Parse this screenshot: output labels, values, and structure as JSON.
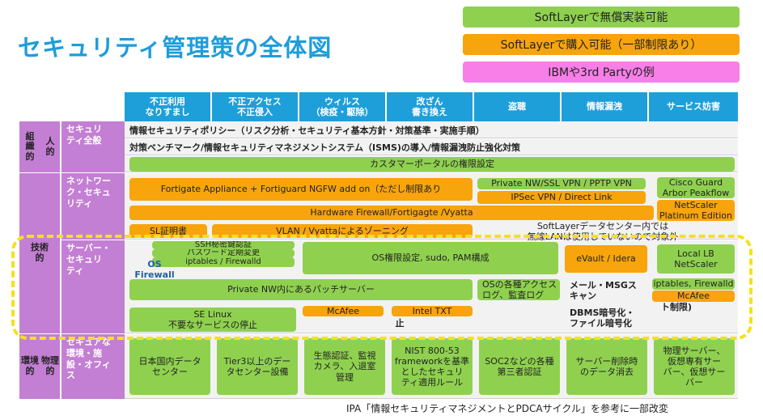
{
  "title": "セキュリティ管理策の全体図",
  "legend": [
    {
      "label": "SoftLayerで無償実装可能",
      "color": "#8fd14f"
    },
    {
      "label": "SoftLayerで購入可能（一部制限あり）",
      "color": "#f7a40d"
    },
    {
      "label": "IBMや3rd Partyの例",
      "color": "#f87ee8"
    }
  ],
  "headers": [
    "不正利用\nなりすまし",
    "不正アクセス\n不正侵入",
    "ウィルス\n（検疫・駆除）",
    "改ざん\n書き換え",
    "盗聴",
    "情報漏洩",
    "サービス妨害"
  ],
  "categories": {
    "org": "組\n織\n的",
    "org_person": "人\n的",
    "tech": "技術\n的",
    "phys": "物理\n的",
    "phys_env": "環境\n的"
  },
  "subcategories": {
    "security_overall": "セキュリ\nティ全般",
    "network": "ネットワー\nク・セキュ\nリティ",
    "server": "サーバー・\nセキュリ\nティ",
    "facility": "セキュアな\n環境・施\n設・オフィ\nス"
  },
  "org_rows": [
    "情報セキュリティポリシー（リスク分析・セキュリティ基本方針・対策基準・実施手順）",
    "対策ベンチマーク/情報セキュリティマネジメントシステム（ISMS)の導入/情報漏洩防止強化対策"
  ],
  "boxes": {
    "customer_portal": "カスタマーポータルの権限設定",
    "fortigate": "Fortigate Appliance  + Fortiguard NGFW add on（ただし制限あり",
    "private_vpn": "Private NW/SSL VPN / PPTP VPN",
    "ipsec": "IPSec VPN / Direct Link",
    "cisco": "Cisco Guard\nArbor Peakflow",
    "netscaler_platinum": "NetScaler\nPlatinum Edition",
    "hw_firewall": "Hardware Firewall/Fortigagte /Vyatta",
    "ssl_cert": "SL証明書",
    "vlan": "VLAN / Vyattaによるゾーニング",
    "sl_dc_note": "SoftLayerデータセンター内では\n無線LANは使用していないので対象外",
    "ssh": "SSH秘密鍵認証",
    "password": "パスワード定期変更",
    "iptables_fw": "iptables / Firewalld",
    "os_firewall": "OS Firewall",
    "os_auth": "OS権限設定, sudo, PAM構成",
    "evault": "eVault / Idera",
    "local_lb": "Local LB\nNetScaler",
    "patch_server": "Private NW内にあるパッチサーバー",
    "os_log": "OSの各種アクセス\nログ、監査ログ",
    "mail_scan": "メール・MSGス\nキャン",
    "iptables2": "iptables, Firewalld",
    "mcafee_r": "McAfee",
    "host_ids": "ト制限)",
    "selinux": "SE Linux\n不要なサービスの停止",
    "mcafee": "McAfee",
    "intel_txt": "Intel TXT",
    "intel_sub": "止",
    "dbms": "DBMS暗号化・\nファイル暗号化",
    "dc_domestic": "日本国内データ\nセンター",
    "tier3": "Tier3以上のデー\nタセンター設備",
    "bio": "生態認証、監視\nカメラ、入退室\n管理",
    "nist": "NIST 800-53\nframeworkを基準\nとしたセキュリ\nティ適用ルール",
    "soc2": "SOC2などの各種\n第三者認証",
    "data_erase": "サーバー削除時\nのデータ消去",
    "physical_server": "物理サーバー、\n仮想専有サー\nバー、仮想サー\nバー"
  },
  "footer_note": "IPA「情報セキュリティマネジメントとPDCAサイクル」を参考に一部改変"
}
